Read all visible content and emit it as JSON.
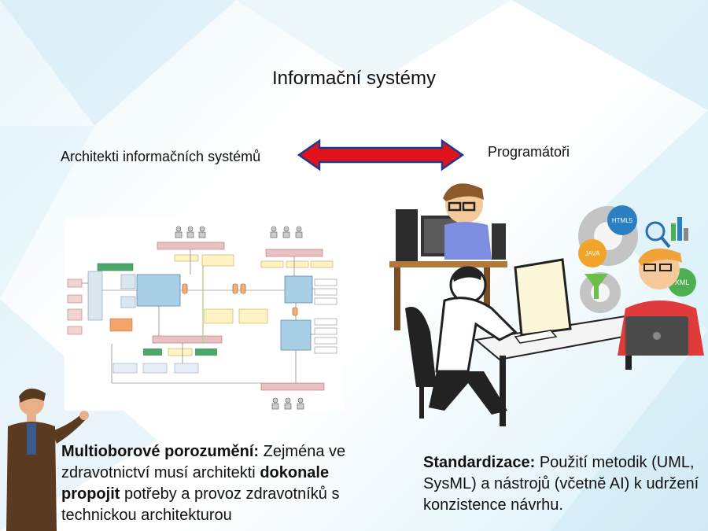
{
  "slide": {
    "title": "Informační systémy",
    "left_role": "Architekti informačních systémů",
    "right_role": "Programátoři",
    "arrow_color": "#e0121b",
    "left_text": {
      "bold1": "Multioborové porozumění:",
      "text1": " Zejména ve zdravotnictví musí architekti ",
      "bold2": "dokonale propojit",
      "text2": " potřeby a provoz zdravotníků s technickou architekturou"
    },
    "right_text": {
      "bold1": "Standardizace:",
      "text1": " Použití metodik (UML, SysML) a nástrojů (včetně AI) k udržení konzistence návrhu."
    },
    "icons": {
      "html5": "HTML5",
      "java": "JAVA",
      "xml": "XML"
    }
  }
}
